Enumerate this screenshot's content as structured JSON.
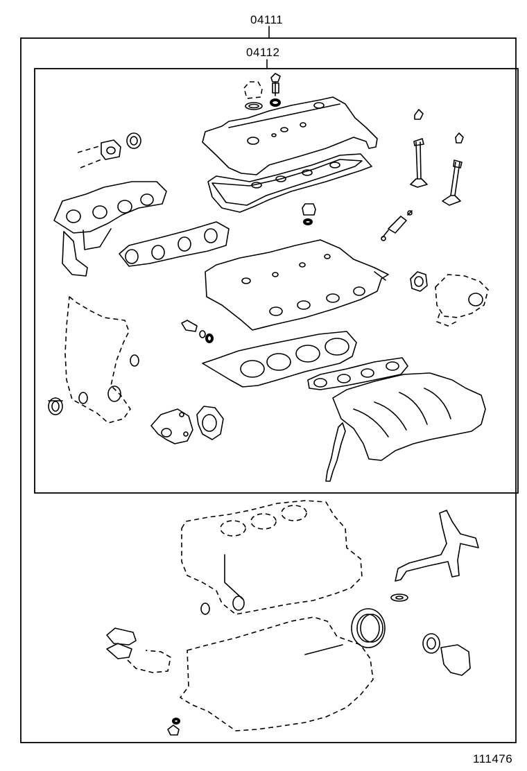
{
  "labels": {
    "outer_kit": "04111",
    "inner_kit": "04112",
    "figure_number": "111476"
  },
  "colors": {
    "line": "#000000",
    "background": "#ffffff"
  }
}
